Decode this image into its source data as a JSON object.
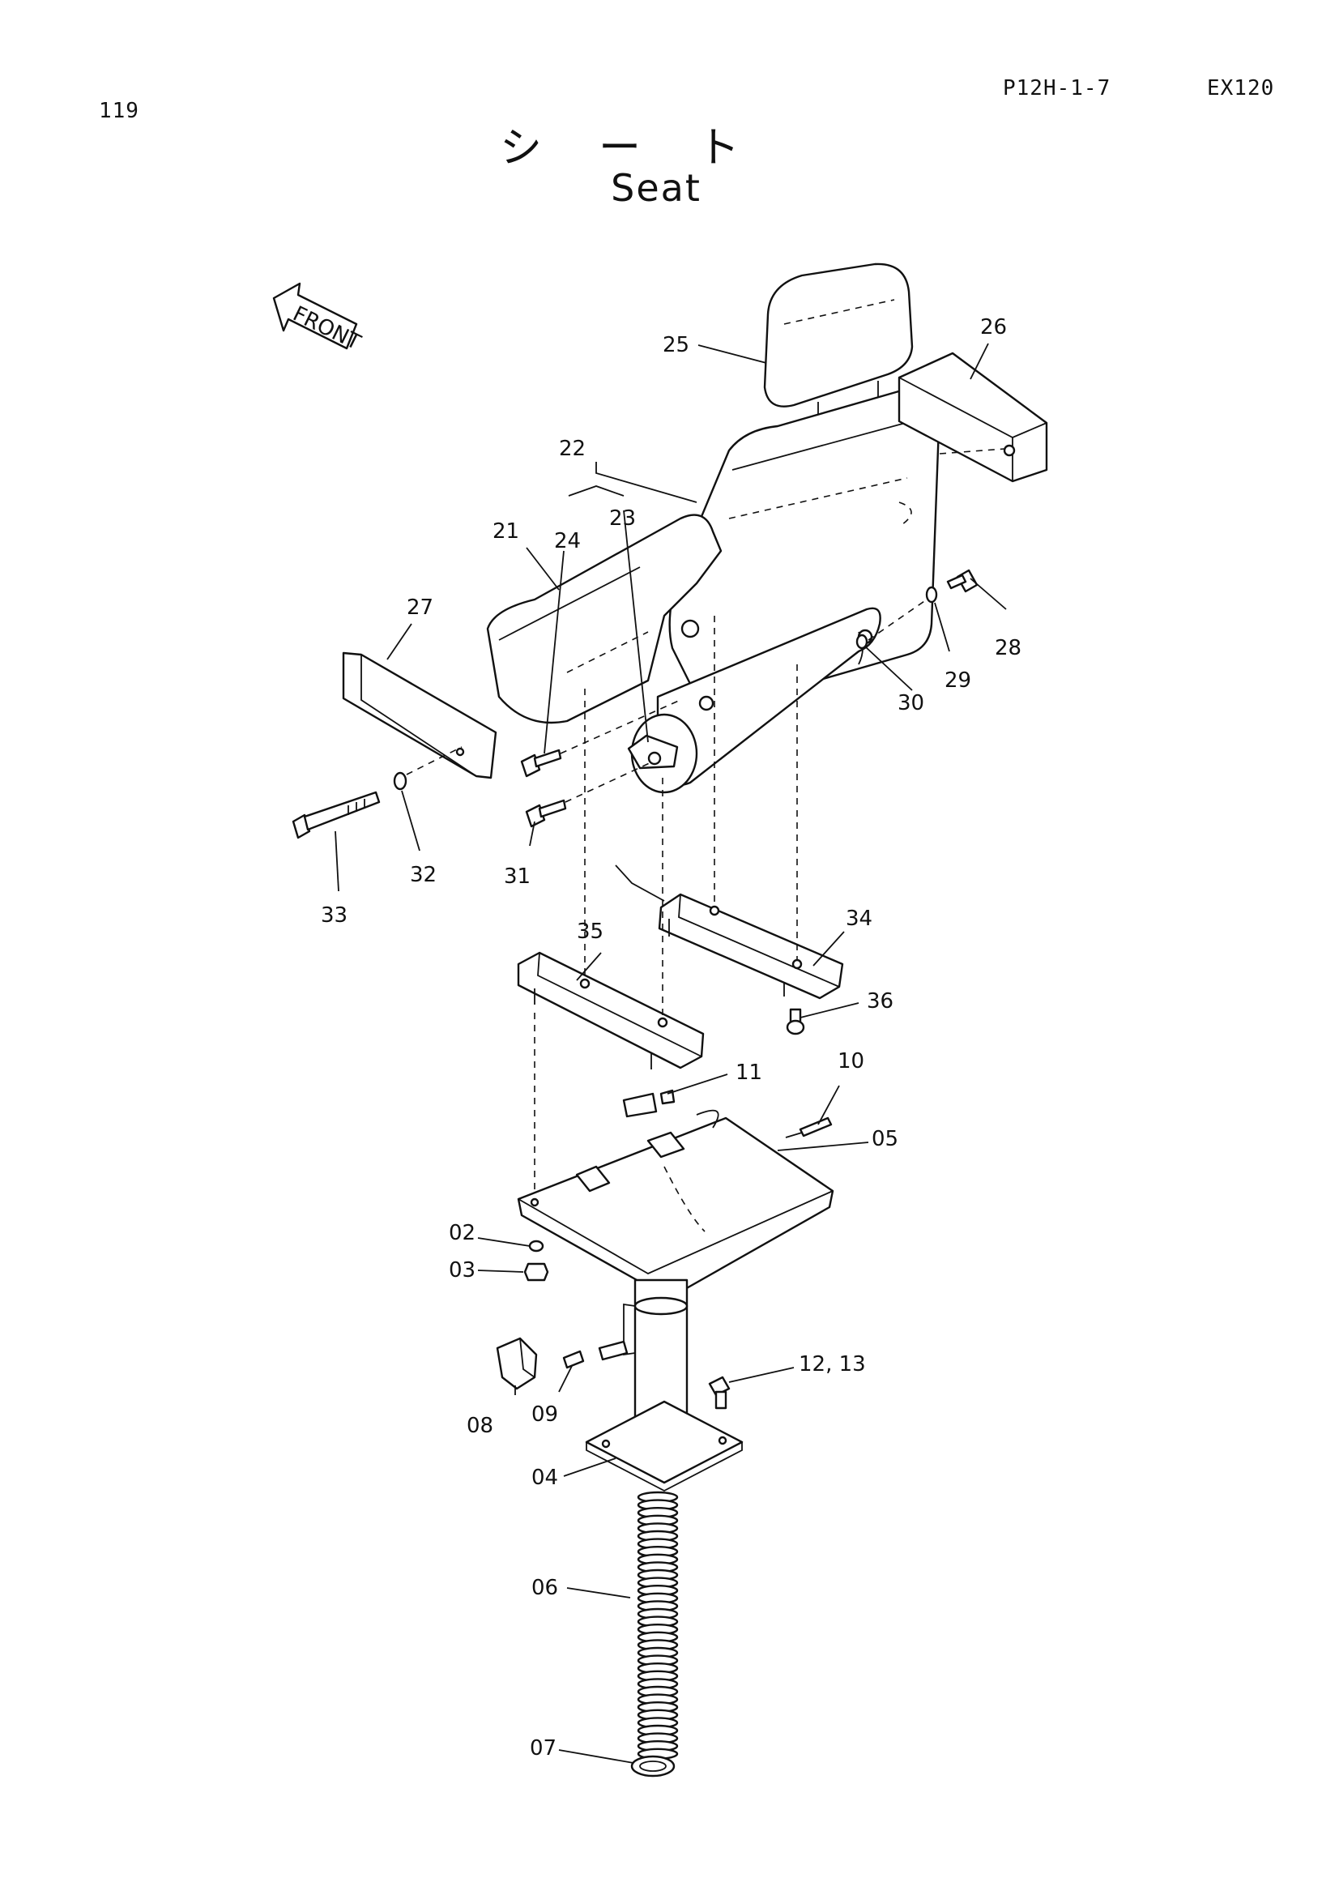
{
  "header": {
    "page_number": "119",
    "code": "P12H-1-7",
    "model": "EX120"
  },
  "title": {
    "japanese": "シート",
    "english": "Seat"
  },
  "front_label": "FRONT",
  "callouts": {
    "c02": "02",
    "c03": "03",
    "c04": "04",
    "c05": "05",
    "c06": "06",
    "c07": "07",
    "c08": "08",
    "c09": "09",
    "c10": "10",
    "c11": "11",
    "c12_13": "12, 13",
    "c21": "21",
    "c22": "22",
    "c23": "23",
    "c24": "24",
    "c25": "25",
    "c26": "26",
    "c27": "27",
    "c28": "28",
    "c29": "29",
    "c30": "30",
    "c31": "31",
    "c32": "32",
    "c33": "33",
    "c34": "34",
    "c35": "35",
    "c36": "36"
  }
}
